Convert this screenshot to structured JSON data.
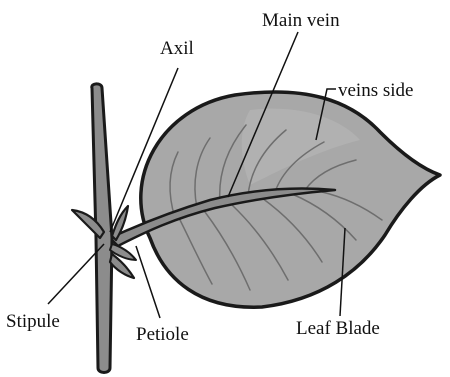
{
  "diagram": {
    "colors": {
      "stem_fill": "#8c8c8c",
      "leaf_fill": "#a8a8a8",
      "leaf_highlight": "#c4c4c4",
      "outline": "#1a1a1a",
      "vein": "#6e6e6e"
    },
    "labels": {
      "main_vein": "Main vein",
      "axil": "Axil",
      "veins_side": "veins side",
      "stipule": "Stipule",
      "petiole": "Petiole",
      "leaf_blade": "Leaf Blade"
    }
  }
}
